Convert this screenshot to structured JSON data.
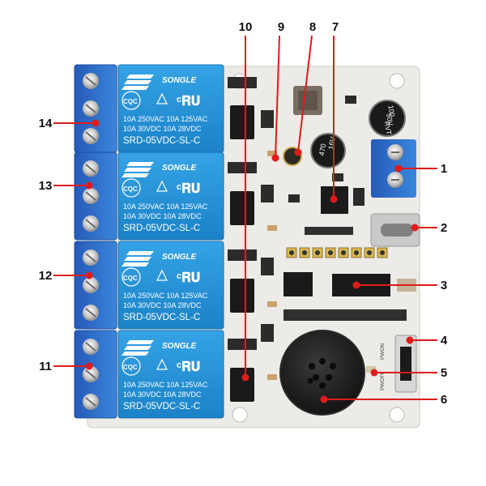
{
  "relays": [
    {
      "brand": "SONGLE",
      "marks": "CQC",
      "rating_line1": "10A 250VAC  10A 125VAC",
      "rating_line2": "10A  30VDC  10A  28VDC",
      "model": "SRD-05VDC-SL-C"
    },
    {
      "brand": "SONGLE",
      "marks": "CQC",
      "rating_line1": "10A 250VAC  10A 125VAC",
      "rating_line2": "10A  30VDC  10A  28VDC",
      "model": "SRD-05VDC-SL-C"
    },
    {
      "brand": "SONGLE",
      "marks": "CQC",
      "rating_line1": "10A 250VAC  10A 125VAC",
      "rating_line2": "10A  30VDC  10A  28VDC",
      "model": "SRD-05VDC-SL-C"
    },
    {
      "brand": "SONGLE",
      "marks": "CQC",
      "rating_line1": "10A 250VAC  10A 125VAC",
      "rating_line2": "10A  30VDC  10A  28VDC",
      "model": "SRD-05VDC-SL-C"
    }
  ],
  "capacitor_large": {
    "line1": "100",
    "line2": "50V",
    "line3": "RVT"
  },
  "capacitor_small": {
    "line1": "470",
    "line2": "16V"
  },
  "switch_labels": {
    "top": "PWON",
    "bottom": "PWOFF"
  },
  "callouts": [
    {
      "id": "10",
      "label": "10"
    },
    {
      "id": "9",
      "label": "9"
    },
    {
      "id": "8",
      "label": "8"
    },
    {
      "id": "7",
      "label": "7"
    },
    {
      "id": "1",
      "label": "1"
    },
    {
      "id": "2",
      "label": "2"
    },
    {
      "id": "3",
      "label": "3"
    },
    {
      "id": "4",
      "label": "4"
    },
    {
      "id": "5",
      "label": "5"
    },
    {
      "id": "6",
      "label": "6"
    },
    {
      "id": "14",
      "label": "14"
    },
    {
      "id": "13",
      "label": "13"
    },
    {
      "id": "12",
      "label": "12"
    },
    {
      "id": "11",
      "label": "11"
    }
  ],
  "colors": {
    "board": "#ecebe7",
    "relay": "#1f8fd6",
    "terminal": "#2a6fc9",
    "callout": "#e01b1b"
  }
}
